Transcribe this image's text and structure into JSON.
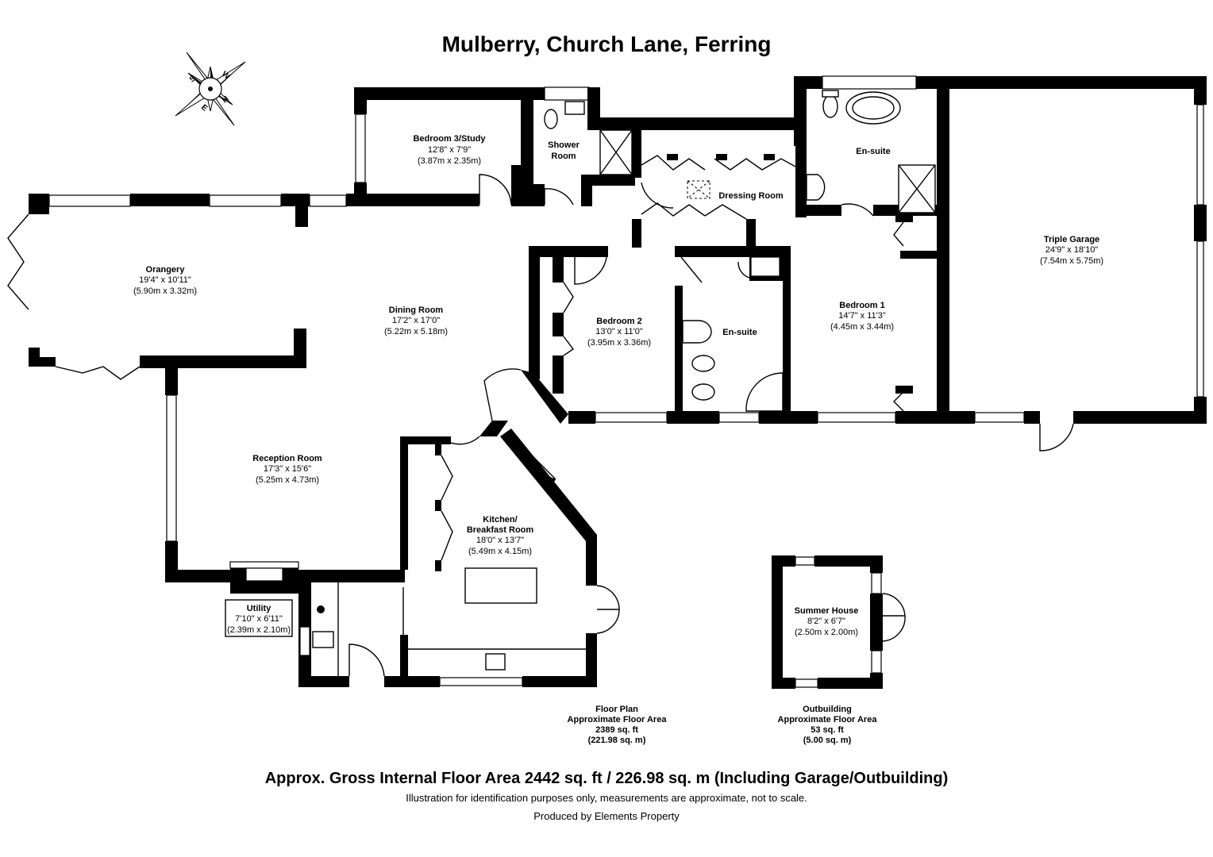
{
  "title": "Mulberry, Church Lane, Ferring",
  "compass": {
    "icon": "compass-rose-icon",
    "letters": [
      "S",
      "W",
      "N",
      "E"
    ]
  },
  "rooms": {
    "orangery": {
      "name": "Orangery",
      "imperial": "19'4\" x 10'11\"",
      "metric": "(5.90m x 3.32m)"
    },
    "bedroom3": {
      "name": "Bedroom 3/Study",
      "imperial": "12'8\" x 7'9\"",
      "metric": "(3.87m x 2.35m)"
    },
    "shower_room": {
      "name_line1": "Shower",
      "name_line2": "Room"
    },
    "dressing_room": {
      "name": "Dressing Room"
    },
    "ensuite1": {
      "name": "En-suite"
    },
    "ensuite2": {
      "name": "En-suite"
    },
    "triple_garage": {
      "name": "Triple Garage",
      "imperial": "24'9\" x 18'10\"",
      "metric": "(7.54m x 5.75m)"
    },
    "dining_room": {
      "name": "Dining Room",
      "imperial": "17'2\" x 17'0\"",
      "metric": "(5.22m x 5.18m)"
    },
    "bedroom2": {
      "name": "Bedroom 2",
      "imperial": "13'0\" x 11'0\"",
      "metric": "(3.95m x 3.36m)"
    },
    "bedroom1": {
      "name": "Bedroom 1",
      "imperial": "14'7\" x 11'3\"",
      "metric": "(4.45m x 3.44m)"
    },
    "reception_room": {
      "name": "Reception Room",
      "imperial": "17'3\" x 15'6\"",
      "metric": "(5.25m x 4.73m)"
    },
    "kitchen": {
      "name_line1": "Kitchen/",
      "name_line2": "Breakfast Room",
      "imperial": "18'0\" x 13'7\"",
      "metric": "(5.49m x 4.15m)"
    },
    "utility": {
      "name": "Utility",
      "imperial": "7'10\" x 6'11\"",
      "metric": "(2.39m x 2.10m)"
    },
    "summer_house": {
      "name": "Summer House",
      "imperial": "8'2\" x 6'7\"",
      "metric": "(2.50m x 2.00m)"
    }
  },
  "floor_plan_area": {
    "line1": "Floor Plan",
    "line2": "Approximate Floor Area",
    "line3": "2389 sq. ft",
    "line4": "(221.98 sq. m)"
  },
  "outbuilding_area": {
    "line1": "Outbuilding",
    "line2": "Approximate Floor Area",
    "line3": "53 sq. ft",
    "line4": "(5.00 sq. m)"
  },
  "footer": {
    "gross_area": "Approx. Gross Internal Floor Area 2442 sq. ft / 226.98 sq. m (Including Garage/Outbuilding)",
    "disclaimer": "Illustration for identification purposes only, measurements are approximate, not to scale.",
    "produced_by": "Produced by Elements Property"
  }
}
